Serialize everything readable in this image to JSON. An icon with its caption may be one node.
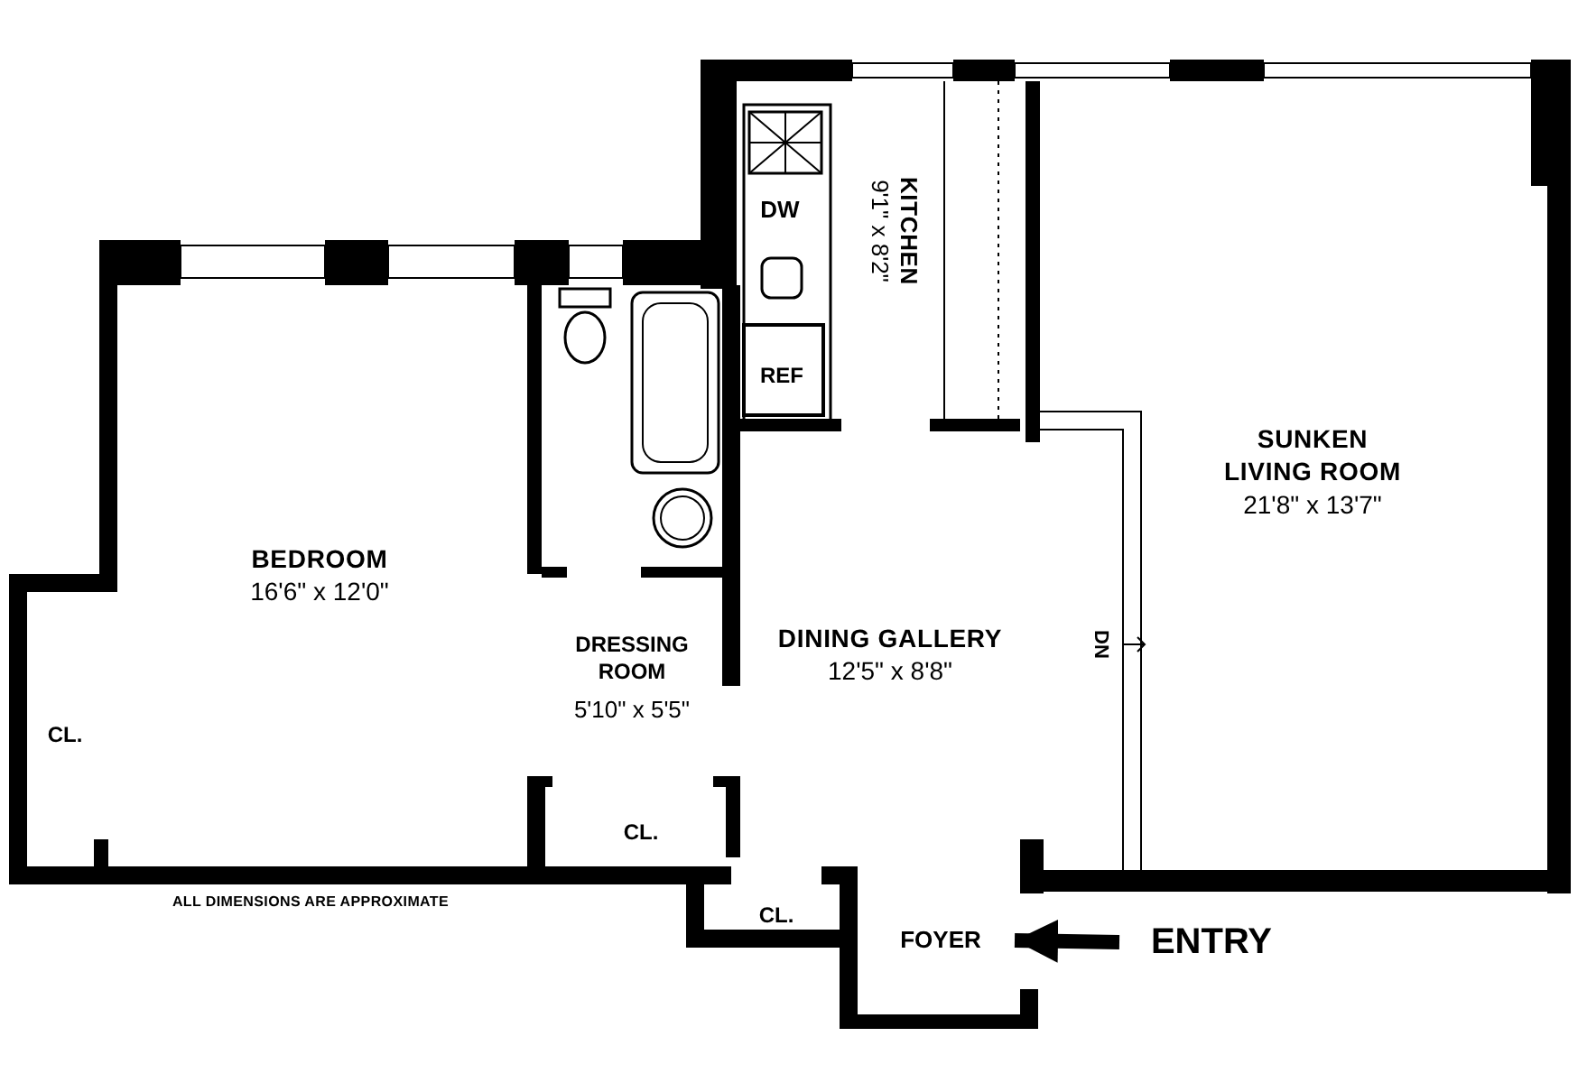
{
  "diagram": {
    "nodes": [
      {
        "text": [
          "FOYER"
        ]
      },
      {
        "text": [
          "ENTRY"
        ]
      }
    ],
    "edges": [
      {
        "from": 1,
        "to": 0,
        "arrow": "to"
      }
    ],
    "labels": [
      "KITCHEN",
      "9'1\" x 8'2\"",
      "DW",
      "REF",
      "SUNKEN LIVING ROOM",
      "21'8\" x 13'7\"",
      "BEDROOM",
      "16'6\" x 12'0\"",
      "DRESSING ROOM",
      "DINING GALLERY",
      "DN",
      "5'10\" x 5'5\"",
      "12'5\" x 8'8\"",
      "CL.",
      "CL.",
      "ALL DIMENSIONS ARE APPROXIMATE",
      "CL."
    ]
  }
}
